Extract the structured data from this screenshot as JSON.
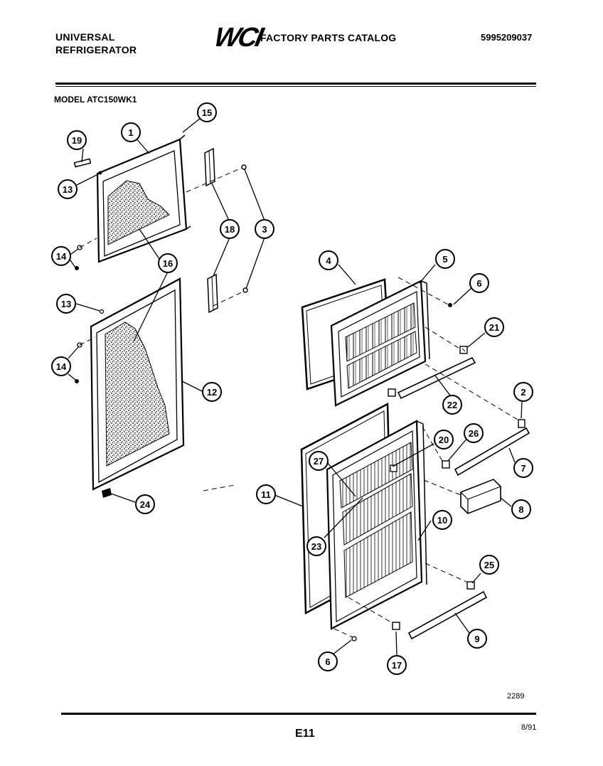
{
  "header": {
    "brand_line1": "UNIVERSAL",
    "brand_line2": "REFRIGERATOR",
    "logo": "WCI",
    "catalog_title": "FACTORY PARTS CATALOG",
    "catalog_number": "5995209037",
    "model_label": "MODEL ATC150WK1"
  },
  "footer": {
    "diagram_code": "2289",
    "page_code": "E11",
    "date_code": "8/91"
  },
  "callouts": {
    "c1": "1",
    "c2": "2",
    "c3": "3",
    "c4": "4",
    "c5": "5",
    "c6a": "6",
    "c6b": "6",
    "c7": "7",
    "c8": "8",
    "c9": "9",
    "c10": "10",
    "c11": "11",
    "c12": "12",
    "c13a": "13",
    "c13b": "13",
    "c14a": "14",
    "c14b": "14",
    "c15": "15",
    "c16": "16",
    "c17": "17",
    "c18": "18",
    "c19": "19",
    "c20": "20",
    "c21": "21",
    "c22": "22",
    "c23": "23",
    "c24": "24",
    "c25": "25",
    "c26": "26",
    "c27": "27"
  }
}
